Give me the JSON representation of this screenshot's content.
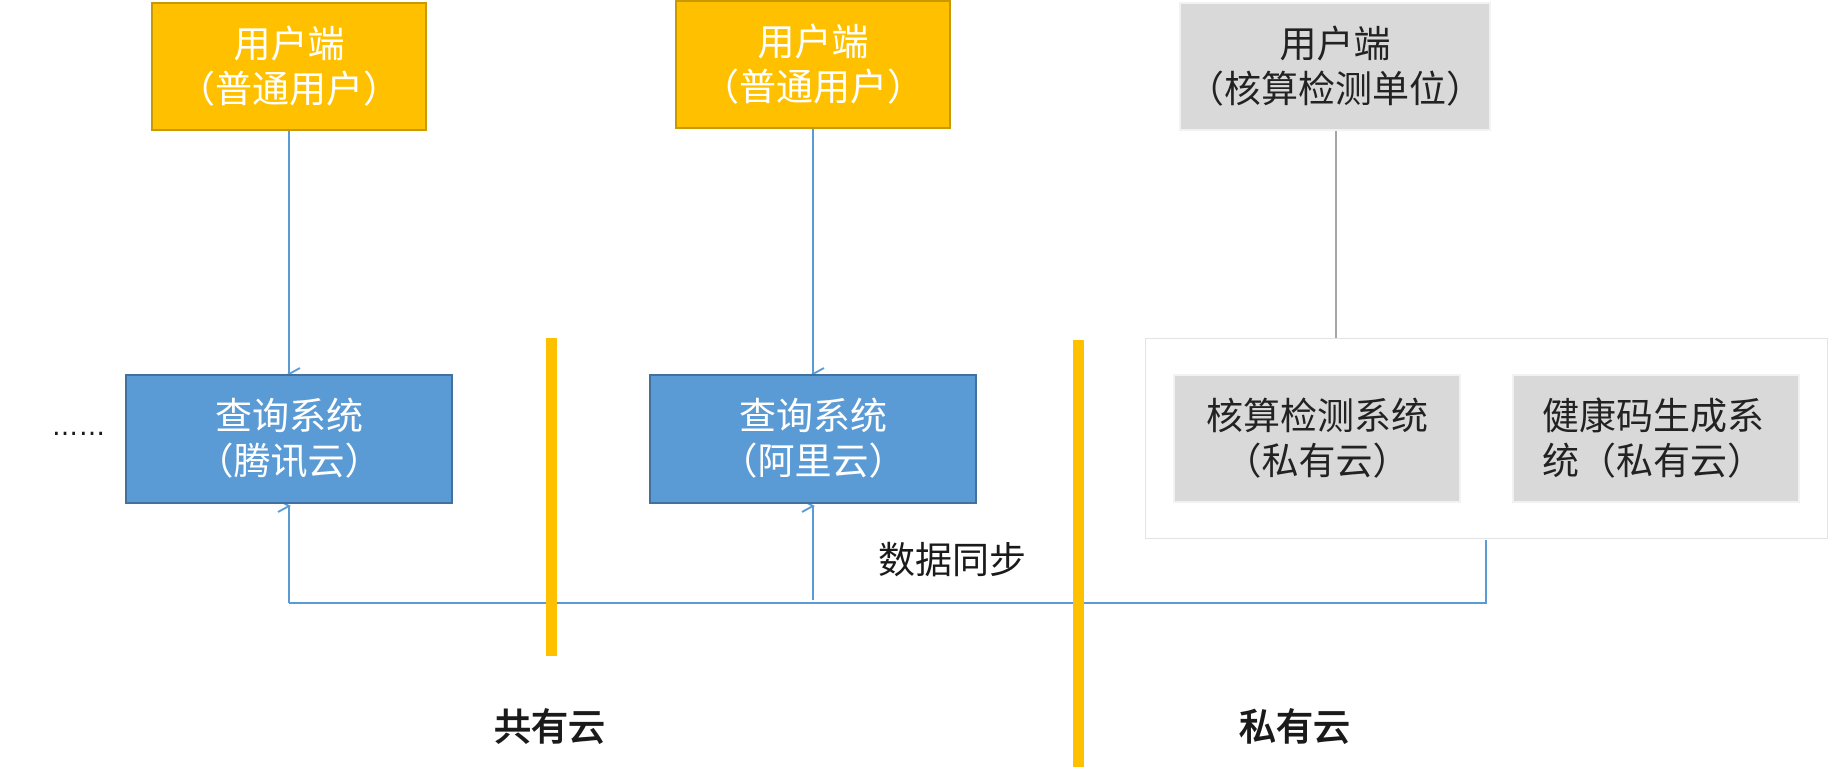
{
  "user_nodes": [
    {
      "line1": "用户端",
      "line2": "（普通用户）"
    },
    {
      "line1": "用户端",
      "line2": "（普通用户）"
    },
    {
      "line1": "用户端",
      "line2": "（核算检测单位）"
    }
  ],
  "query_nodes": [
    {
      "line1": "查询系统",
      "line2": "（腾讯云）"
    },
    {
      "line1": "查询系统",
      "line2": "（阿里云）"
    }
  ],
  "private_nodes": [
    {
      "line1": "核算检测系统",
      "line2": "（私有云）"
    },
    {
      "line1": "健康码生成系",
      "line2": "统（私有云）"
    }
  ],
  "ellipsis": "……",
  "sync_label": "数据同步",
  "zones": {
    "public": "共有云",
    "private": "私有云"
  },
  "colors": {
    "user_box": "#ffc000",
    "query_box": "#5b9bd5",
    "private_box": "#d9d9d9",
    "divider": "#ffc000",
    "connector_blue": "#5b9bd5",
    "connector_gray": "#a6a6a6"
  }
}
